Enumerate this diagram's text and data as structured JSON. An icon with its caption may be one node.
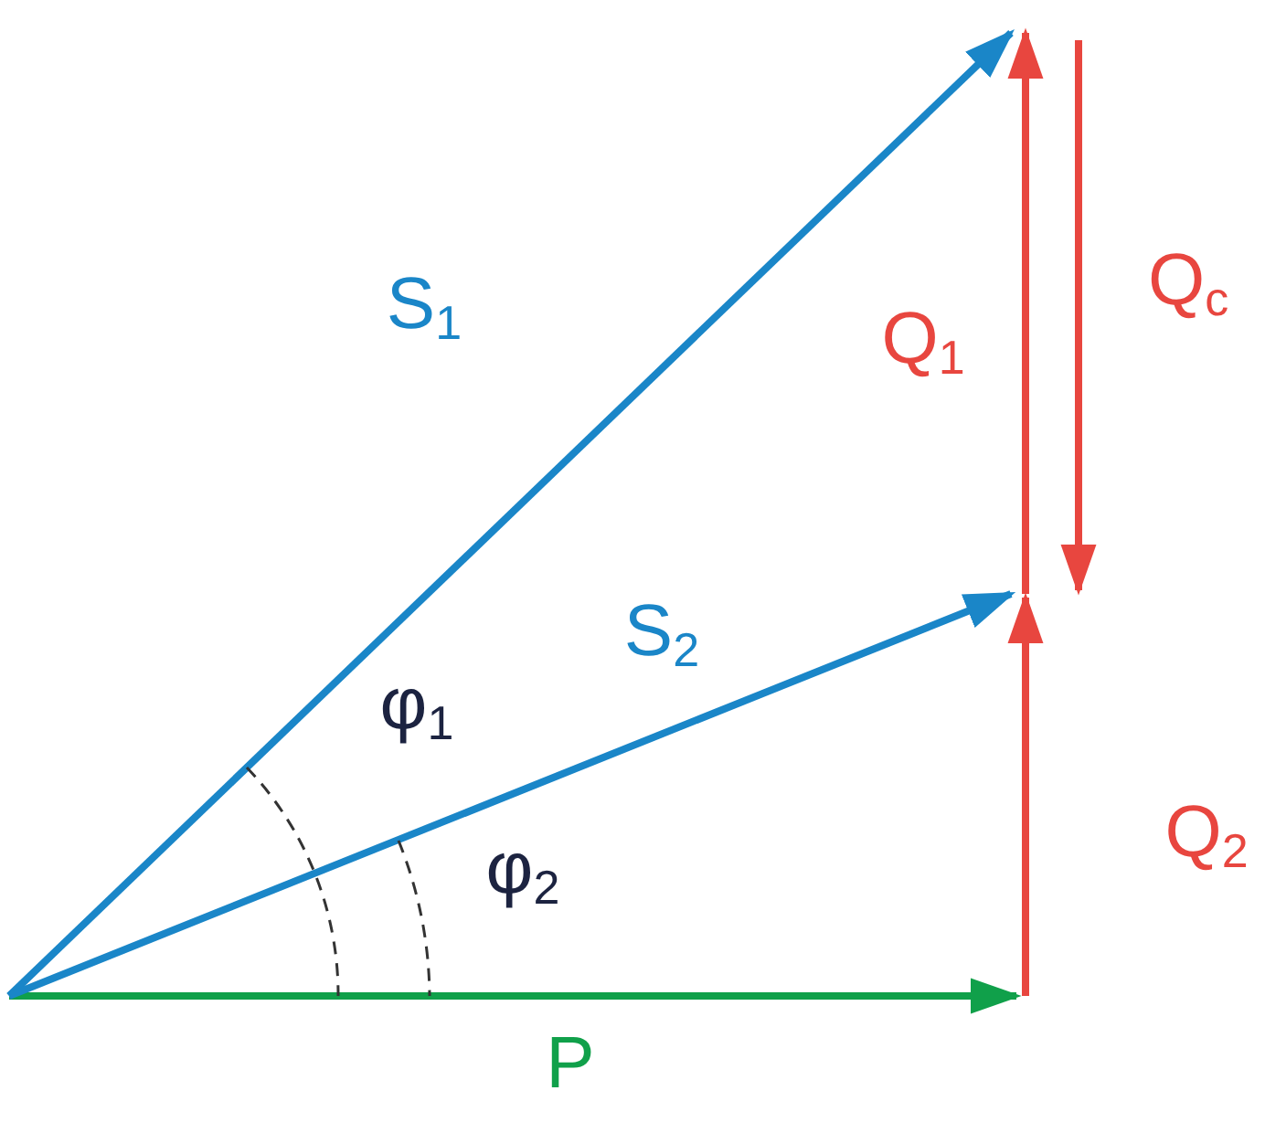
{
  "diagram": {
    "labels": [
      "Q$_{c}$",
      "S$_{1}$",
      "Q$_{1}$",
      "S$_{2}$",
      "φ$_{1}$",
      "Q$_{2}$",
      "φ$_{2}$",
      "P"
    ]
  }
}
